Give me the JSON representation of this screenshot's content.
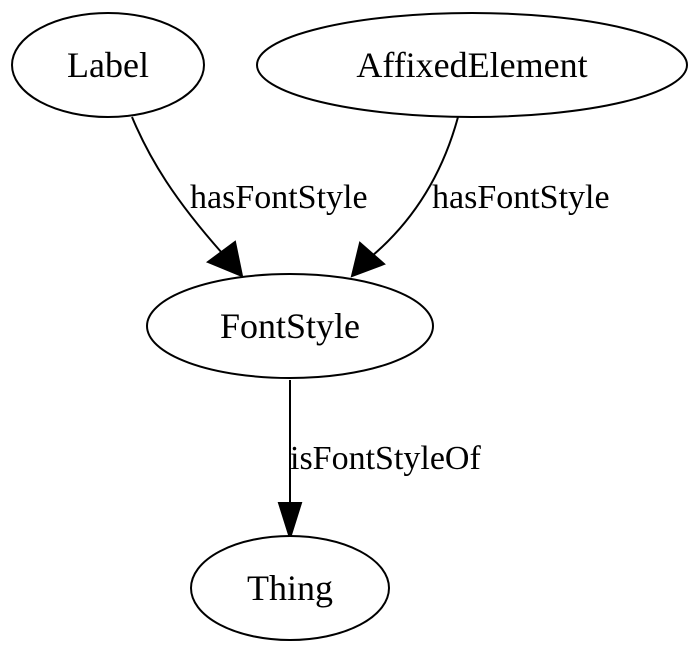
{
  "nodes": {
    "label": "Label",
    "affixed_element": "AffixedElement",
    "font_style": "FontStyle",
    "thing": "Thing"
  },
  "edges": {
    "label_to_fontstyle": "hasFontStyle",
    "affixed_to_fontstyle": "hasFontStyle",
    "fontstyle_to_thing": "isFontStyleOf"
  }
}
